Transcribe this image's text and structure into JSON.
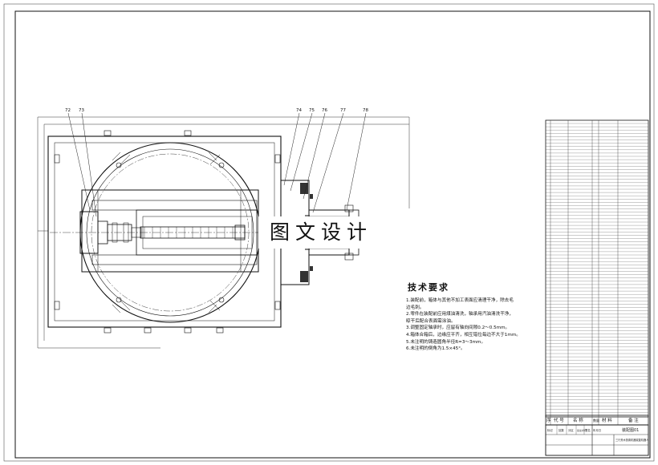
{
  "notes": {
    "title": "技术要求",
    "lines": [
      "1.装配前，箱体与其他不加工表面应清理干净，除去毛",
      "   边毛刺。",
      "2.零件在装配前应用煤油清洗，轴承用汽油清洗干净，",
      "   晾干后配合表面需涂油。",
      "3.调整固定轴承时，应留有轴向间隙0.2～0.5mm。",
      "4.箱体合箱后，边缘应平齐，相互错位每边不大于1mm。",
      "5.未注明的铸造圆角半径R=3～3mm。",
      "6.未注明的倒角为1.5×45°。"
    ]
  },
  "watermark": "图文设计",
  "callouts": [
    "72",
    "73",
    "74",
    "75",
    "76",
    "77",
    "78"
  ],
  "bom_header": [
    "序",
    "代 号",
    "名 称",
    "数量",
    "材 料",
    "备 注"
  ],
  "title_block": {
    "row1": [
      "标记",
      "处数",
      "分区",
      "更改文件号",
      "签名",
      "年月日"
    ],
    "name": "三行夹木放置机器载旋机器人",
    "drawing_no": "装配图01"
  }
}
